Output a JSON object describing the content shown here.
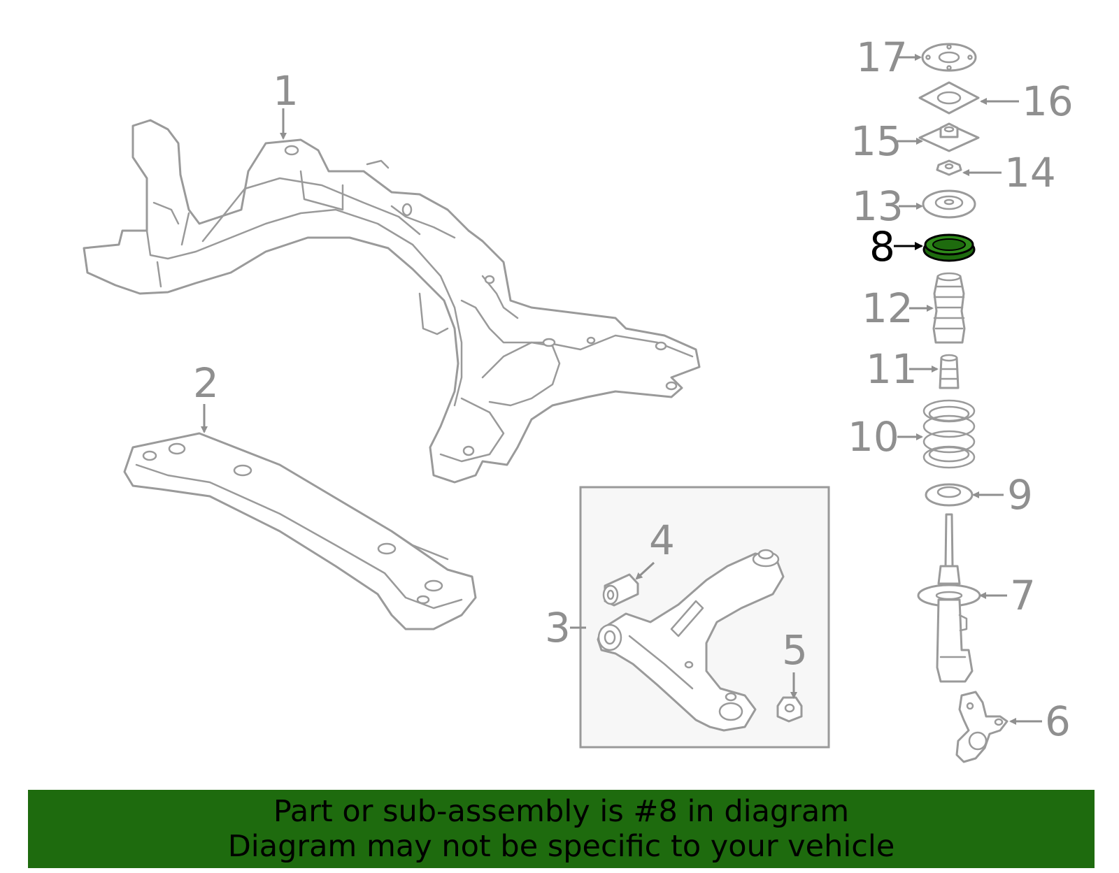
{
  "callouts": {
    "c1": "1",
    "c2": "2",
    "c3": "3",
    "c4": "4",
    "c5": "5",
    "c6": "6",
    "c7": "7",
    "c8": "8",
    "c9": "9",
    "c10": "10",
    "c11": "11",
    "c12": "12",
    "c13": "13",
    "c14": "14",
    "c15": "15",
    "c16": "16",
    "c17": "17"
  },
  "highlight": {
    "part_number": "8",
    "color": "#1e6b0e"
  },
  "banner": {
    "line1": "Part or sub-assembly is #8 in diagram",
    "line2": "Diagram may not be specific to your vehicle",
    "background": "#1e6b0e"
  }
}
